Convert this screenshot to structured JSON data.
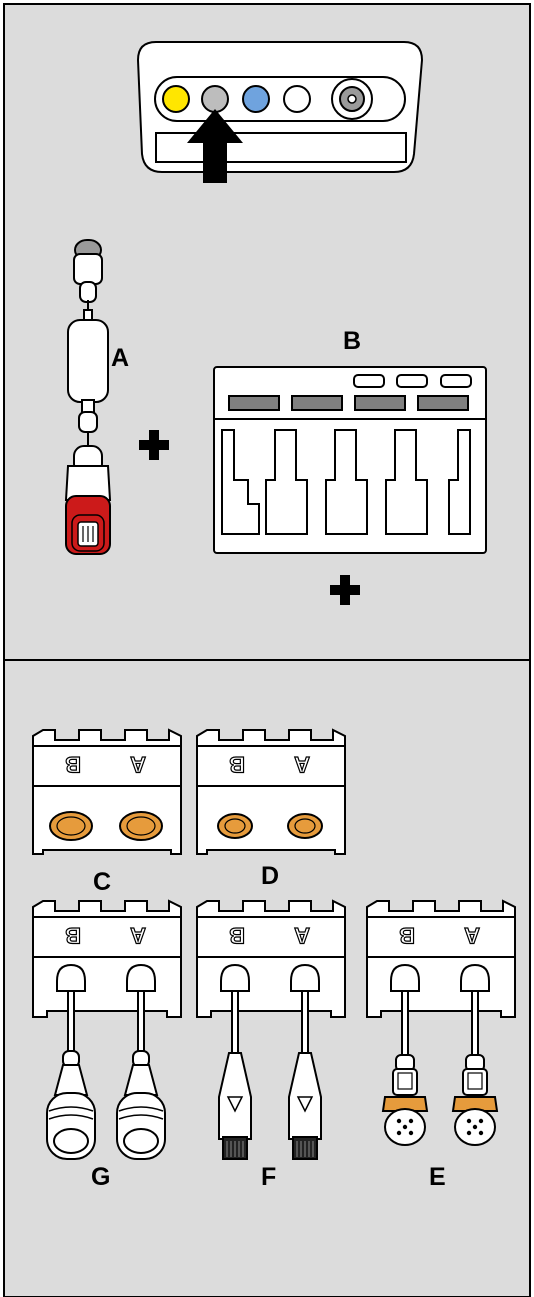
{
  "labels": {
    "a": "A",
    "b": "B",
    "c": "C",
    "d": "D",
    "e": "E",
    "f": "F",
    "g": "G"
  },
  "module_letters": {
    "left": "B",
    "right": "A"
  },
  "plus_symbols": [
    "+",
    "+"
  ],
  "colors": {
    "panel_bg": "#dcdcdc",
    "stroke": "#000000",
    "part_fill": "#ffffff",
    "port_yellow": "#ffe600",
    "port_gray": "#bdbdbd",
    "port_blue": "#6fa3de",
    "port_dark_gray": "#9a9a9a",
    "adapter_red": "#cc1a1a",
    "connector_orange": "#e69b3c",
    "slot_gray": "#808080"
  },
  "icons": {
    "insert_arrow": "up-arrow-icon",
    "plus": "plus-icon"
  }
}
